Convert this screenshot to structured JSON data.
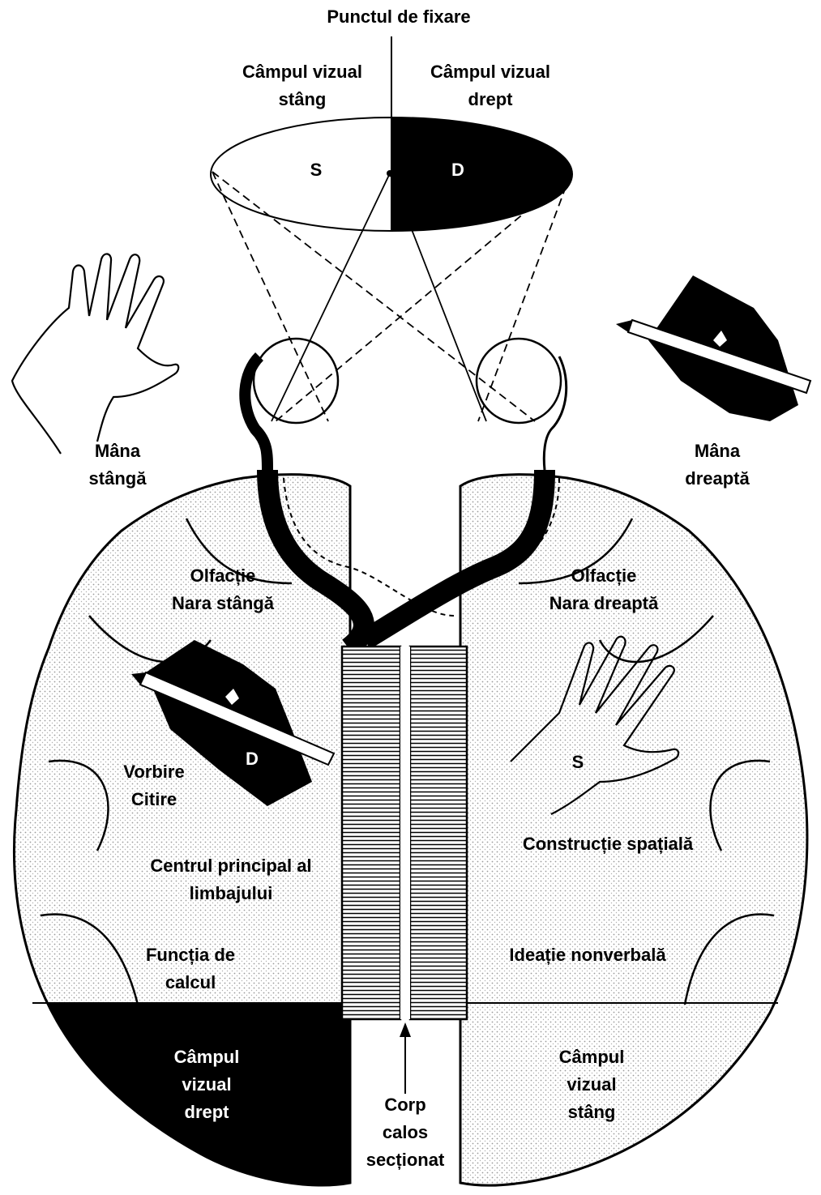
{
  "title": "Punctul de fixare",
  "visual_field": {
    "left_label": [
      "Câmpul vizual",
      "stâng"
    ],
    "right_label": [
      "Câmpul vizual",
      "drept"
    ],
    "left_letter": "S",
    "right_letter": "D"
  },
  "hands": {
    "left_hand_label": [
      "Mâna",
      "stângă"
    ],
    "right_hand_label": [
      "Mâna",
      "dreaptă"
    ]
  },
  "left_hemisphere": {
    "olfaction": [
      "Olfacție",
      "Nara stângă"
    ],
    "drawing_letter": "D",
    "speech": [
      "Vorbire",
      "Citire"
    ],
    "language_center": [
      "Centrul principal al",
      "limbajului"
    ],
    "calculation": [
      "Funcția de",
      "calcul"
    ],
    "visual_field": [
      "Câmpul",
      "vizual",
      "drept"
    ]
  },
  "right_hemisphere": {
    "olfaction": [
      "Olfacție",
      "Nara dreaptă"
    ],
    "hand_letter": "S",
    "spatial": "Construcție spațială",
    "nonverbal": "Ideație nonverbală",
    "visual_field": [
      "Câmpul",
      "vizual",
      "stâng"
    ]
  },
  "corpus_callosum": [
    "Corp",
    "calos",
    "secționat"
  ],
  "colors": {
    "ink": "#000000",
    "paper": "#ffffff",
    "cortex_shade": "#d9d9d9"
  }
}
